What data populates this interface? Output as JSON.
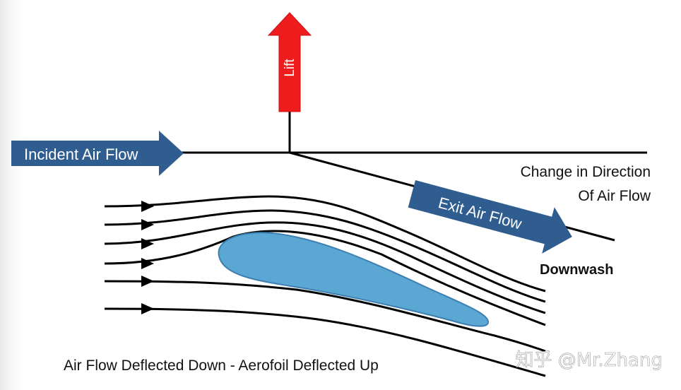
{
  "labels": {
    "lift": "Lift",
    "incident": "Incident Air Flow",
    "change_line1": "Change in Direction",
    "change_line2": "Of Air Flow",
    "exit": "Exit Air Flow",
    "downwash": "Downwash",
    "caption": "Air Flow Deflected Down - Aerofoil Deflected Up",
    "watermark": "知乎 @Mr.Zhang"
  },
  "colors": {
    "lift_arrow": "#ee1c1c",
    "flow_arrow": "#2f5d8f",
    "aerofoil_fill": "#5aa7d4",
    "aerofoil_stroke": "#3c7fb0",
    "lines": "#000000"
  }
}
